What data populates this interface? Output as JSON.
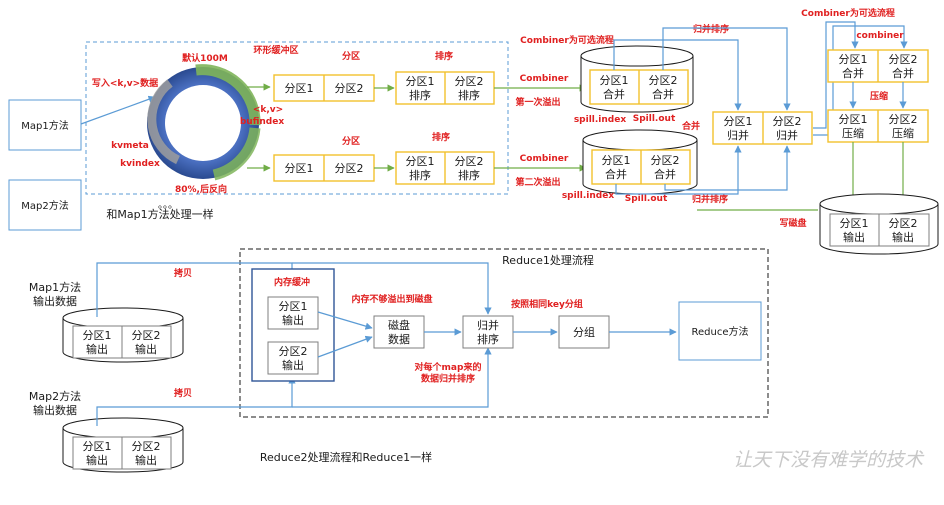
{
  "map_stage": {
    "map1_label": "Map1方法",
    "map2_label": "Map2方法",
    "map2_note": "和Map1方法处理一样",
    "write_kv": "写入<k,v>数据",
    "default_size": "默认100M",
    "ring_buffer": "环形缓冲区",
    "kvmeta": "kvmeta",
    "kvindex": "kvindex",
    "kv": "<k,v>",
    "bufindex": "bufindex",
    "reverse": "80%,后反向",
    "dots": "。。。"
  },
  "partition": {
    "title_1": "分区",
    "title_2": "分区",
    "p1": "分区1",
    "p2": "分区2"
  },
  "sort": {
    "title_1": "排序",
    "title_2": "排序",
    "p1_sort": "分区1\n排序",
    "p2_sort": "分区2\n排序"
  },
  "spill": {
    "combiner_optional": "Combiner为可选流程",
    "combiner_1": "Combiner",
    "combiner_2": "Combiner",
    "first_spill": "第一次溢出",
    "second_spill": "第二次溢出",
    "p1_merge": "分区1\n合并",
    "p2_merge": "分区2\n合并",
    "spill_index": "spill.index",
    "spill_out": "Spill.out",
    "merge": "合并",
    "merge_sort_top": "归并排序",
    "merge_sort_bottom": "归并排序"
  },
  "final_stage": {
    "combiner_optional": "Combiner为可选流程",
    "combiner": "combiner",
    "p1_merge_sort": "分区1\n归并",
    "p2_merge_sort": "分区2\n归并",
    "p1_merge": "分区1\n合并",
    "p2_merge": "分区2\n合并",
    "compress": "压缩",
    "p1_compress": "分区1\n压缩",
    "p2_compress": "分区2\n压缩",
    "write_disk": "写磁盘",
    "p1_output": "分区1\n输出",
    "p2_output": "分区2\n输出"
  },
  "reduce": {
    "title": "Reduce1处理流程",
    "map1_output": "Map1方法\n输出数据",
    "map2_output": "Map2方法\n输出数据",
    "copy_1": "拷贝",
    "copy_2": "拷贝",
    "memory_buffer": "内存缓冲",
    "p1_output": "分区1\n输出",
    "p2_output": "分区2\n输出",
    "spill_to_disk": "内存不够溢出到磁盘",
    "disk_data": "磁盘\n数据",
    "merge_sort": "归并\n排序",
    "group_by_key": "按照相同key分组",
    "group": "分组",
    "reduce_method": "Reduce方法",
    "merge_each_map": "对每个map来的\n数据归并排序",
    "reduce2_note": "Reduce2处理流程和Reduce1一样"
  },
  "watermark": "让天下没有难学的技术",
  "colors": {
    "blue_line": "#5b9bd5",
    "green_line": "#70ad47",
    "yellow_box": "#f2c12e",
    "red_text": "#e02020",
    "gray_dash": "#8c8c8c",
    "ring_blue": "#3b5eab",
    "ring_green": "#70ad47"
  }
}
